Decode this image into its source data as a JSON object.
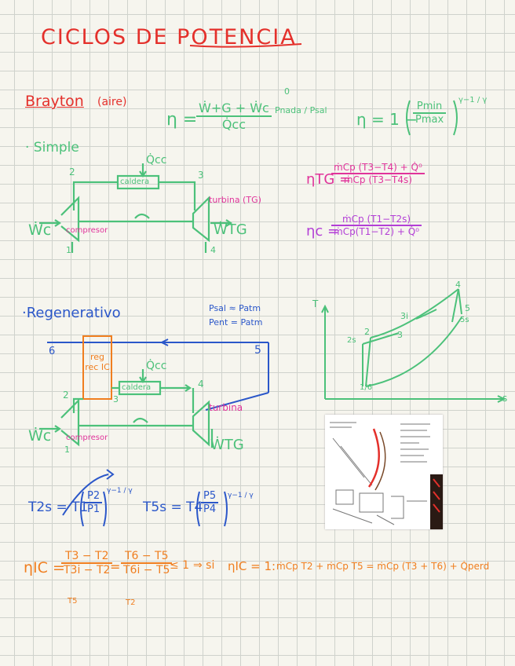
{
  "title": "CICLOS DE POTENCIA",
  "brayton": {
    "heading": "Brayton",
    "heading_note": "(aire)",
    "eta_symbol": "η =",
    "eta_num": "Ẇ+G + Ẇc",
    "eta_den": "Q̇cc",
    "eta_press": "Pnada / Psal",
    "eta_zero": "0",
    "eta2_lhs": "η = 1 −",
    "eta2_num": "Pmin",
    "eta2_den": "Pmax",
    "eta2_exp": "γ−1 / γ"
  },
  "simple": {
    "heading": "· Simple",
    "heat_label": "Q̇cc",
    "boiler_label": "caldera",
    "node2": "2",
    "node3": "3",
    "node1": "1",
    "node4": "4",
    "turbine_label": "turbina (TG)",
    "compressor_label": "compresor",
    "wc_label": "Ẇc",
    "wtg_label": "ẆTG",
    "eta_tg_lhs": "ηTG =",
    "eta_tg_num": "ṁCp (T3−T4) + Q̇⁰",
    "eta_tg_den": "ṁCp (T3−T4s)",
    "eta_c_lhs": "ηc =",
    "eta_c_num": "ṁCp (T1−T2s)",
    "eta_c_den": "ṁCp(T1−T2) + Q̇⁰"
  },
  "ts_diagram": {
    "axis_t": "T",
    "axis_s": "s",
    "points": [
      "4",
      "5",
      "5s",
      "3i",
      "3",
      "2",
      "2s",
      "1/6"
    ]
  },
  "regenerativo": {
    "heading": "·Regenerativo",
    "note1": "Psal ≈ Patm",
    "note2": "Pent = Patm",
    "node6": "6",
    "node5": "5",
    "node2": "2",
    "node3": "3",
    "node4": "4",
    "node1": "1",
    "regen_label": "reg rec IC",
    "heat_label": "Q̇cc",
    "boiler_label": "caldera",
    "turbine_label": "turbina",
    "compressor_label": "compresor",
    "wc_label": "Ẇc",
    "wtg_label": "ẆTG",
    "t2s": "T2s = T1",
    "t2s_num": "P2",
    "t2s_den": "P1",
    "t2s_exp": "γ−1 / γ",
    "t5s": "T5s = T4",
    "t5s_num": "P5",
    "t5s_den": "P4",
    "t5s_exp": "γ−1 / γ"
  },
  "ic": {
    "lhs": "ηIC =",
    "f1_num": "T3 − T2",
    "f1_den": "T3i − T2",
    "eq": "=",
    "f2_num": "T6 − T5",
    "f2_den": "T6i − T5",
    "le": "≤ 1",
    "arrow": "⇒ si",
    "eta1": "ηIC = 1:",
    "balance": "ṁCp T2 + ṁCp T5 = ṁCp (T3 + T6) + Q̇perd",
    "sub1": "T5",
    "sub2": "T2"
  }
}
